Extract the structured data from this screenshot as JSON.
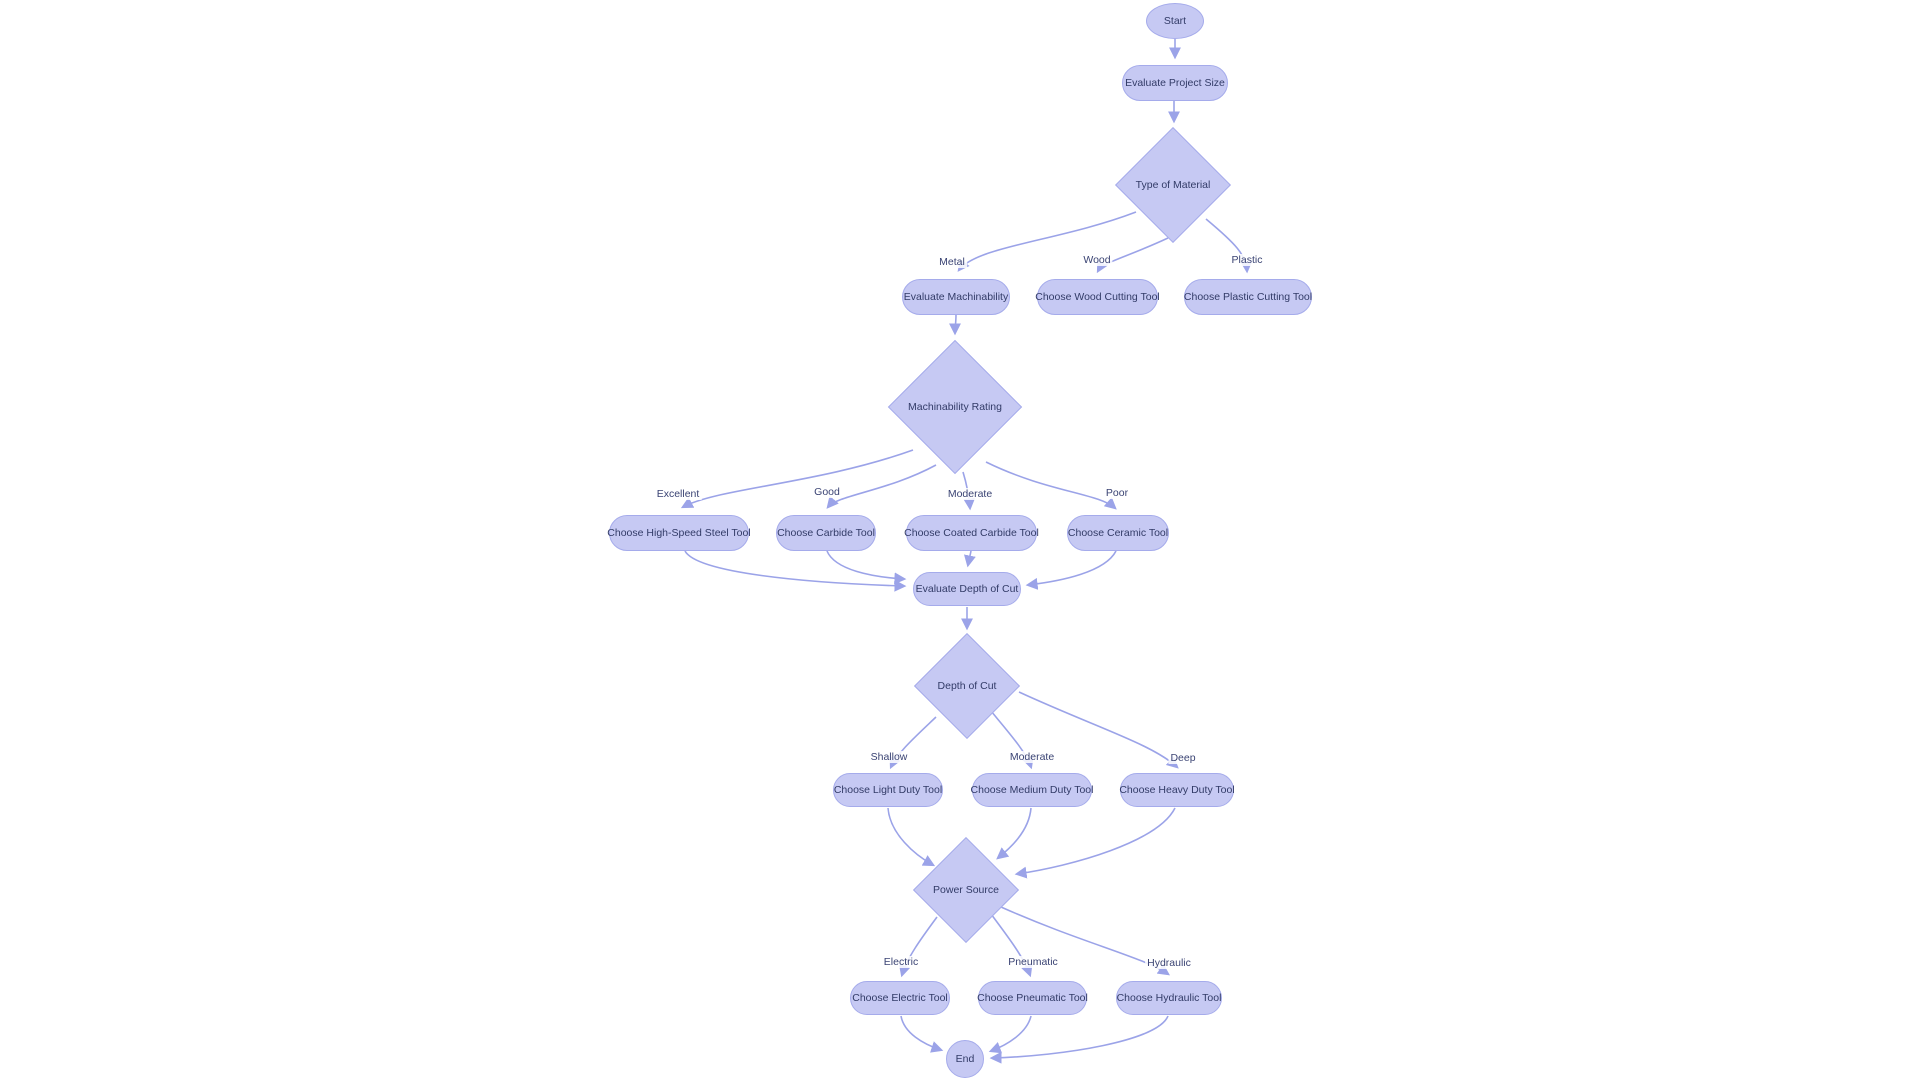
{
  "diagram": {
    "type": "flowchart",
    "direction": "top-down",
    "colors": {
      "node_fill": "#c6c9f3",
      "node_border": "#a5abeb",
      "node_text": "#323b67",
      "edge_line": "#9ba3e8",
      "edge_label_text": "#3a4373",
      "background": "#ffffff"
    },
    "nodes": {
      "start": {
        "label": "Start",
        "shape": "ellipse"
      },
      "evaluate_project_size": {
        "label": "Evaluate Project Size",
        "shape": "stadium"
      },
      "type_of_material": {
        "label": "Type of Material",
        "shape": "diamond"
      },
      "evaluate_machinability": {
        "label": "Evaluate Machinability",
        "shape": "stadium"
      },
      "choose_wood_cutting_tool": {
        "label": "Choose Wood Cutting Tool",
        "shape": "stadium"
      },
      "choose_plastic_cutting_tool": {
        "label": "Choose Plastic Cutting Tool",
        "shape": "stadium"
      },
      "machinability_rating": {
        "label": "Machinability Rating",
        "shape": "diamond"
      },
      "choose_high_speed_steel_tool": {
        "label": "Choose High-Speed Steel Tool",
        "shape": "stadium"
      },
      "choose_carbide_tool": {
        "label": "Choose Carbide Tool",
        "shape": "stadium"
      },
      "choose_coated_carbide_tool": {
        "label": "Choose Coated Carbide Tool",
        "shape": "stadium"
      },
      "choose_ceramic_tool": {
        "label": "Choose Ceramic Tool",
        "shape": "stadium"
      },
      "evaluate_depth_of_cut": {
        "label": "Evaluate Depth of Cut",
        "shape": "stadium"
      },
      "depth_of_cut": {
        "label": "Depth of Cut",
        "shape": "diamond"
      },
      "choose_light_duty_tool": {
        "label": "Choose Light Duty Tool",
        "shape": "stadium"
      },
      "choose_medium_duty_tool": {
        "label": "Choose Medium Duty Tool",
        "shape": "stadium"
      },
      "choose_heavy_duty_tool": {
        "label": "Choose Heavy Duty Tool",
        "shape": "stadium"
      },
      "power_source": {
        "label": "Power Source",
        "shape": "diamond"
      },
      "choose_electric_tool": {
        "label": "Choose Electric Tool",
        "shape": "stadium"
      },
      "choose_pneumatic_tool": {
        "label": "Choose Pneumatic Tool",
        "shape": "stadium"
      },
      "choose_hydraulic_tool": {
        "label": "Choose Hydraulic Tool",
        "shape": "stadium"
      },
      "end": {
        "label": "End",
        "shape": "circle"
      }
    },
    "edges": [
      {
        "from": "start",
        "to": "evaluate_project_size",
        "label": ""
      },
      {
        "from": "evaluate_project_size",
        "to": "type_of_material",
        "label": ""
      },
      {
        "from": "type_of_material",
        "to": "evaluate_machinability",
        "label": "Metal"
      },
      {
        "from": "type_of_material",
        "to": "choose_wood_cutting_tool",
        "label": "Wood"
      },
      {
        "from": "type_of_material",
        "to": "choose_plastic_cutting_tool",
        "label": "Plastic"
      },
      {
        "from": "evaluate_machinability",
        "to": "machinability_rating",
        "label": ""
      },
      {
        "from": "machinability_rating",
        "to": "choose_high_speed_steel_tool",
        "label": "Excellent"
      },
      {
        "from": "machinability_rating",
        "to": "choose_carbide_tool",
        "label": "Good"
      },
      {
        "from": "machinability_rating",
        "to": "choose_coated_carbide_tool",
        "label": "Moderate"
      },
      {
        "from": "machinability_rating",
        "to": "choose_ceramic_tool",
        "label": "Poor"
      },
      {
        "from": "choose_high_speed_steel_tool",
        "to": "evaluate_depth_of_cut",
        "label": ""
      },
      {
        "from": "choose_carbide_tool",
        "to": "evaluate_depth_of_cut",
        "label": ""
      },
      {
        "from": "choose_coated_carbide_tool",
        "to": "evaluate_depth_of_cut",
        "label": ""
      },
      {
        "from": "choose_ceramic_tool",
        "to": "evaluate_depth_of_cut",
        "label": ""
      },
      {
        "from": "evaluate_depth_of_cut",
        "to": "depth_of_cut",
        "label": ""
      },
      {
        "from": "depth_of_cut",
        "to": "choose_light_duty_tool",
        "label": "Shallow"
      },
      {
        "from": "depth_of_cut",
        "to": "choose_medium_duty_tool",
        "label": "Moderate"
      },
      {
        "from": "depth_of_cut",
        "to": "choose_heavy_duty_tool",
        "label": "Deep"
      },
      {
        "from": "choose_light_duty_tool",
        "to": "power_source",
        "label": ""
      },
      {
        "from": "choose_medium_duty_tool",
        "to": "power_source",
        "label": ""
      },
      {
        "from": "choose_heavy_duty_tool",
        "to": "power_source",
        "label": ""
      },
      {
        "from": "power_source",
        "to": "choose_electric_tool",
        "label": "Electric"
      },
      {
        "from": "power_source",
        "to": "choose_pneumatic_tool",
        "label": "Pneumatic"
      },
      {
        "from": "power_source",
        "to": "choose_hydraulic_tool",
        "label": "Hydraulic"
      },
      {
        "from": "choose_electric_tool",
        "to": "end",
        "label": ""
      },
      {
        "from": "choose_pneumatic_tool",
        "to": "end",
        "label": ""
      },
      {
        "from": "choose_hydraulic_tool",
        "to": "end",
        "label": ""
      }
    ]
  }
}
